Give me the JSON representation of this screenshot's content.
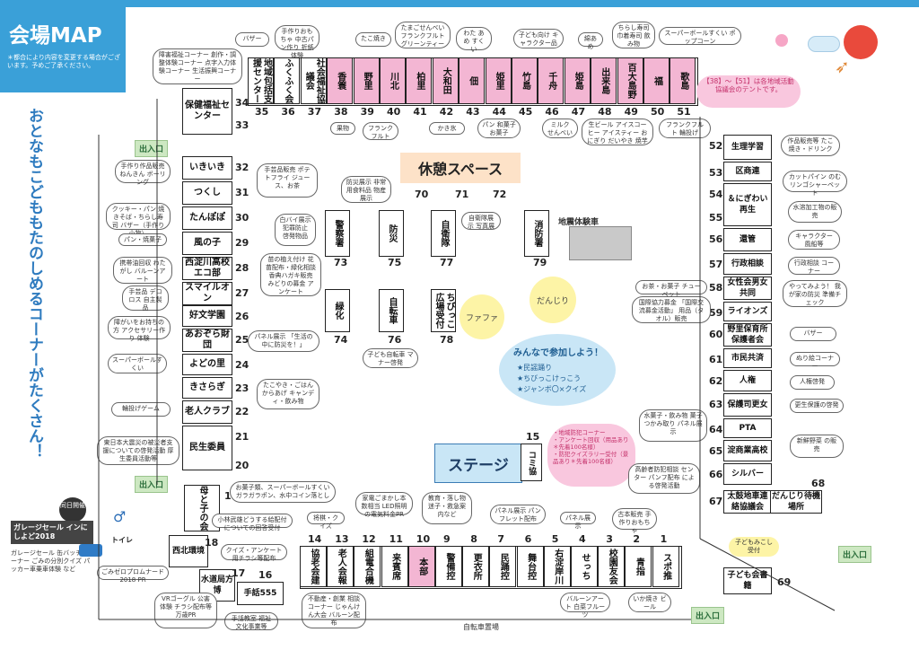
{
  "header": {
    "title": "会場MAP",
    "note": "＊都合により内容を変更する場合がございます。予めご了承ください。"
  },
  "slogan": "おとなもこどももたのしめるコーナーがたくさん！",
  "top_row": [
    {
      "num": "35",
      "label": "地域包括支援センター"
    },
    {
      "num": "36",
      "label": "ふくふく会"
    },
    {
      "num": "37",
      "label": "社会福祉協議会"
    },
    {
      "num": "38",
      "label": "香簑"
    },
    {
      "num": "39",
      "label": "野里"
    },
    {
      "num": "40",
      "label": "川北"
    },
    {
      "num": "41",
      "label": "柏里"
    },
    {
      "num": "42",
      "label": "大和田"
    },
    {
      "num": "43",
      "label": "佃"
    },
    {
      "num": "44",
      "label": "姫里"
    },
    {
      "num": "45",
      "label": "竹島"
    },
    {
      "num": "46",
      "label": "千舟"
    },
    {
      "num": "47",
      "label": "姫島"
    },
    {
      "num": "48",
      "label": "出来島"
    },
    {
      "num": "49",
      "label": "百大島野"
    },
    {
      "num": "50",
      "label": "福"
    },
    {
      "num": "51",
      "label": "歌島"
    }
  ],
  "top_bubbles": [
    "バザー",
    "手作りおもちゃ 中古パン作り 折紙体験",
    "たこ焼き",
    "たまごせんべい フランクフルト グリーンティー",
    "わた あめ すくい",
    "子ども向け キャラクター品",
    "綿あめ",
    "ちらし寿司 巾着寿司 飲み物",
    "スーパーボールすくい ポップコーン"
  ],
  "top_bottom_bubbles": [
    "果物",
    "フランクフルト",
    "かき氷",
    "パン 和菓子 お菓子",
    "ミルク せんべい",
    "生ビール アイスコーヒー アイスティー おにぎり だいやき 焼芋",
    "フランクフルト 輪投げ"
  ],
  "pink_note": "【38】〜【51】は各地域活動協議会のテントです。",
  "left_col": [
    {
      "num": "34",
      "label": "保健福祉センター"
    },
    {
      "num": "32",
      "label": "いきいき"
    },
    {
      "num": "31",
      "label": "つくし"
    },
    {
      "num": "30",
      "label": "たんぽぽ"
    },
    {
      "num": "29",
      "label": "風の子"
    },
    {
      "num": "28",
      "label": "西淀川高校エコ部"
    },
    {
      "num": "27",
      "label": "スマイルオン"
    },
    {
      "num": "26",
      "label": "好文学園"
    },
    {
      "num": "25",
      "label": "あおぞら財団"
    },
    {
      "num": "24",
      "label": "よどの里"
    },
    {
      "num": "23",
      "label": "きさらぎ"
    },
    {
      "num": "22",
      "label": "老人クラブ"
    },
    {
      "num": "21",
      "label": "民生委員"
    },
    {
      "num": "19",
      "label": "母と子の会"
    }
  ],
  "left_numbers": [
    "33",
    "20"
  ],
  "left_bubbles": [
    "障害福祉コーナー 創作・調整体験コーナー 点字入力体験コーナー 生活振興コーナー",
    "手作り作品販売 ねんきん ボーリング",
    "クッキー・パン 焼きそば・ちらし寿司 バザー（手作り小物）",
    "パン・焼菓子",
    "携帯油回収 わたがし バルーンアート",
    "手芸品 デコロス 自主製品",
    "障がいをお持ちの方 アクセサリー作り 体験",
    "スーパーボールすくい",
    "輪投げゲーム",
    "東日本大震災の被災者支援についての啓発活動 厚生委員活動等",
    "手芸品販売 ポテトフライ ジュース、お茶",
    "パネル展示 「生活の中に防災を！」",
    "たこやき・ごはん からあげ キャンディ・飲み物",
    "お菓子類、スーパーボールすくい ガラガラポン、水中コイン落とし"
  ],
  "center": {
    "rest": "休憩スペース",
    "rest_nums": [
      "70",
      "71",
      "72"
    ],
    "stage": "ステージ",
    "stage_num": "15",
    "stage_side": "コミ協",
    "sideshow": "地震体験車",
    "fafa": "ファファ",
    "danjiri": "だんじり"
  },
  "inner": [
    {
      "num": "73",
      "label": "警察署"
    },
    {
      "num": "75",
      "label": "防災"
    },
    {
      "num": "77",
      "label": "自衛隊"
    },
    {
      "num": "79",
      "label": "消防署"
    },
    {
      "num": "74",
      "label": "緑化"
    },
    {
      "num": "76",
      "label": "自転車"
    },
    {
      "num": "78",
      "label": "ちびっこ広場受付"
    }
  ],
  "inner_bubbles": [
    "防災展示 非常用食料品 物産展示",
    "白バイ展示 犯罪防止 啓発物品",
    "自衛隊展示 写真展",
    "苗の植え付け 花苗配布・緑化相談 香典ハガキ販売 みどりの募金 アンケート",
    "子ども自転車 マナー啓発"
  ],
  "blue_note": {
    "title": "みんなで参加しよう！",
    "items": [
      "★民謡踊り",
      "★ちびっこけっこう",
      "★ジャンボ〇×クイズ"
    ]
  },
  "stage_notes": [
    "・地域防犯コーナー",
    "・アンケート回収（用品あり＊先着100名様）",
    "・防犯クイズラリー受付（景品あり＊先着100名様）"
  ],
  "right_col": [
    {
      "num": "52",
      "label": "生理学習"
    },
    {
      "num": "53",
      "label": "区商連"
    },
    {
      "num": "54",
      "label": "＆にぎわい再生"
    },
    {
      "num": "56",
      "label": "還管"
    },
    {
      "num": "57",
      "label": "行政相談"
    },
    {
      "num": "58",
      "label": "女性会男女共同"
    },
    {
      "num": "59",
      "label": "ライオンズ"
    },
    {
      "num": "60",
      "label": "野里保育所保護者会"
    },
    {
      "num": "61",
      "label": "市民共済"
    },
    {
      "num": "62",
      "label": "人権"
    },
    {
      "num": "63",
      "label": "保護司更女"
    },
    {
      "num": "64",
      "label": "PTA"
    },
    {
      "num": "65",
      "label": "淀商業高校"
    },
    {
      "num": "66",
      "label": "シルバー"
    },
    {
      "num": "67",
      "label": "太鼓地車連絡協議会"
    },
    {
      "num": "",
      "label": "だんじり待機場所"
    }
  ],
  "right_numbers": [
    "55",
    "68"
  ],
  "right_bubbles": [
    "作品販売等 たこ焼き・ドリンク",
    "カットパイン のむリンゴシャーベット",
    "水溶加工物の販売",
    "キャラクター 風船等",
    "行政相談 コーナー",
    "やってみよう！ 我が家の防災 準備チェック",
    "バザー",
    "ぬり絵コーナー",
    "人権啓発",
    "更生保護の啓発",
    "新鮮野菜 の販売",
    "お茶・お菓子 チューペット",
    "国際協力募金 「国際交流募金活動」 用品（タオル）販売",
    "水菓子・飲み物 菓子つかみ取り パネル展示",
    "高齢者防犯相談 センター パンフ配布 による啓発活動"
  ],
  "bottom_row": [
    {
      "num": "14",
      "label": "協老会建"
    },
    {
      "num": "13",
      "label": "老人会報"
    },
    {
      "num": "12",
      "label": "組電合機"
    },
    {
      "num": "11",
      "label": "来賓席"
    },
    {
      "num": "10",
      "label": "本部"
    },
    {
      "num": "9",
      "label": "警備控"
    },
    {
      "num": "8",
      "label": "更衣所"
    },
    {
      "num": "7",
      "label": "民踊控"
    },
    {
      "num": "6",
      "label": "舞台控"
    },
    {
      "num": "5",
      "label": "右淀岸川"
    },
    {
      "num": "4",
      "label": "せっち"
    },
    {
      "num": "3",
      "label": "校園友会"
    },
    {
      "num": "2",
      "label": "青指"
    },
    {
      "num": "1",
      "label": "スポ推"
    }
  ],
  "bottom_bubbles": [
    "将棋・クイズ",
    "家電ごまかし本数相当 LED照明の電気料金PR",
    "教育・落し物 迷子・救急案内など",
    "パネル展示 パンフレット配布",
    "パネル展示",
    "古本販売 手作りおもちゃ",
    "バルーンアート 白菜フルーツ",
    "いか焼き ビール"
  ],
  "lower_left": [
    {
      "num": "18",
      "label": "西北環境"
    },
    {
      "num": "17",
      "label": "水道局方博"
    },
    {
      "num": "16",
      "label": "手話555"
    }
  ],
  "lower_left_bubbles": [
    "小林武雄どうする給配付 についての回答受付",
    "クイズ・アンケート 用チラシ等配布",
    "VRゴーグル 公害体験 チラシ配布等 万歳PR",
    "手話教室 福祉文化事業等",
    "不動産・創業 相談コーナー じゃんけん大会 バルーン配布",
    "ごみゼロプロムナード 2018 PR"
  ],
  "garage": {
    "badge": "同日開催",
    "title": "ガレージセール インにしよど2018",
    "items": "ガレージセール 缶バッチコーナー ごみの分別クイズ パッカー車乗車体験 など"
  },
  "toilet": "トイレ",
  "gates": [
    "出入口",
    "出入口",
    "出入口",
    "出入口"
  ],
  "parking": "自転車置場",
  "kids": {
    "label": "子ども会書籍",
    "num": "69",
    "note": "子どもみこし受付"
  }
}
